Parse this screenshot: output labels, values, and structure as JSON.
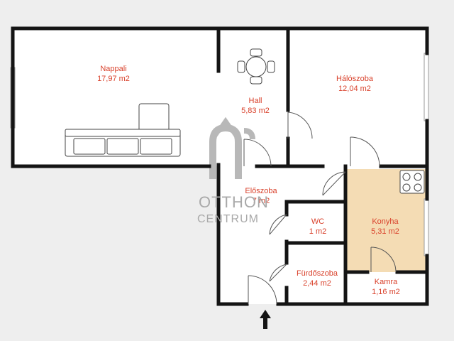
{
  "rooms": {
    "nappali": {
      "name": "Nappali",
      "area": "17,97 m2"
    },
    "hall": {
      "name": "Hall",
      "area": "5,83 m2"
    },
    "haloszoba": {
      "name": "Hálószoba",
      "area": "12,04 m2"
    },
    "eloszoba": {
      "name": "Előszoba",
      "area": "7 m2"
    },
    "wc": {
      "name": "WC",
      "area": "1 m2"
    },
    "konyha": {
      "name": "Konyha",
      "area": "5,31 m2"
    },
    "furdoszoba": {
      "name": "Fürdőszoba",
      "area": "2,44 m2"
    },
    "kamra": {
      "name": "Kamra",
      "area": "1,16 m2"
    }
  },
  "watermark": {
    "line1": "OTTHON",
    "line2": "CENTRUM",
    "logo": "oc-logo"
  },
  "colors": {
    "wall": "#141414",
    "label": "#d9412b",
    "kitchen_fill": "#f4dcb4",
    "background": "#eeeeee"
  },
  "icons": {
    "entrance": "entrance-arrow-icon"
  }
}
